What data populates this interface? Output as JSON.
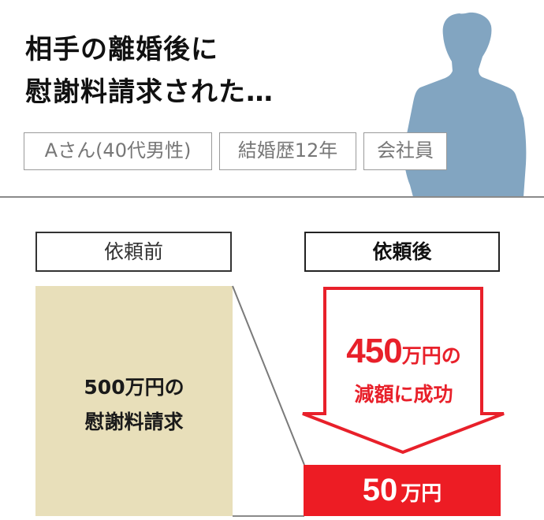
{
  "title": {
    "line1": "相手の離婚後に",
    "line2": "慰謝料請求された…"
  },
  "profile": {
    "icon": "person-silhouette-icon",
    "silhouette_color": "#82a5c1",
    "tags": [
      {
        "label": "Aさん(40代男性)"
      },
      {
        "label": "結婚歴12年"
      },
      {
        "label": "会社員"
      }
    ]
  },
  "comparison": {
    "before": {
      "header": "依頼前",
      "line1": "500万円の",
      "line2": "慰謝料請求",
      "color": "#e8dfba"
    },
    "after": {
      "header": "依頼後",
      "arrow": {
        "icon": "down-arrow-icon",
        "amount": "450",
        "amount_unit": "万円の",
        "line2": "減額に成功",
        "color": "#e8202a"
      },
      "result": {
        "amount": "50",
        "unit": "万円",
        "color": "#ed1c24"
      }
    }
  }
}
